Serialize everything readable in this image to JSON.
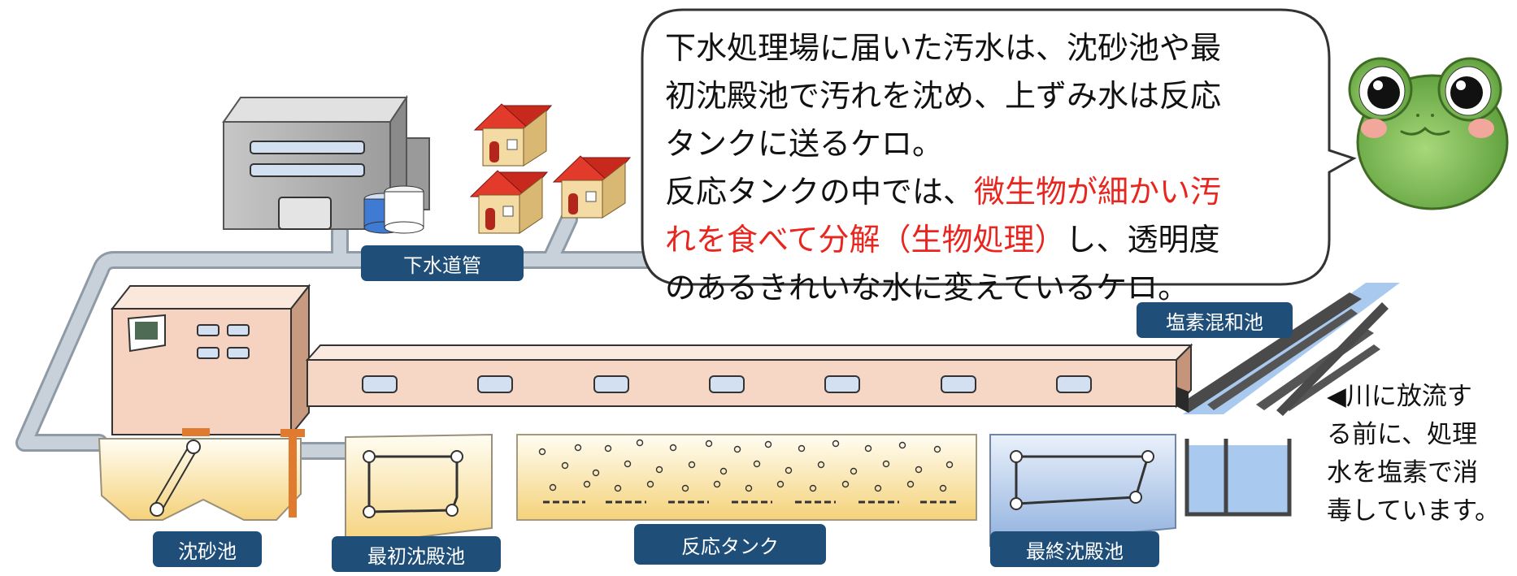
{
  "bubble": {
    "line1": "下水処理場に届いた汚水は、沈砂池や最",
    "line2": "初沈殿池で汚れを沈め、上ずみ水は反応",
    "line3": "タンクに送るケロ。",
    "line4": "反応タンクの中では、",
    "line4_red": "微生物が細かい汚",
    "line5_red": "れを食べて分解（生物処理）",
    "line5": "し、透明度",
    "line6": "のあるきれいな水に変えているケロ。"
  },
  "side_note": {
    "line1": "◀川に放流す",
    "line2": "る前に、処理",
    "line3": "水を塩素で消",
    "line4": "毒しています。"
  },
  "labels": {
    "sewer_pipe": "下水道管",
    "chlorine_tank": "塩素混和池",
    "grit_chamber": "沈砂池",
    "primary_clarifier": "最初沈殿池",
    "reaction_tank": "反応タンク",
    "final_clarifier": "最終沈殿池"
  },
  "colors": {
    "label_bg": "#1f4e79",
    "highlight_text": "#e8261f",
    "pipe": "#b9c3cc",
    "frog": "#86c55f"
  }
}
